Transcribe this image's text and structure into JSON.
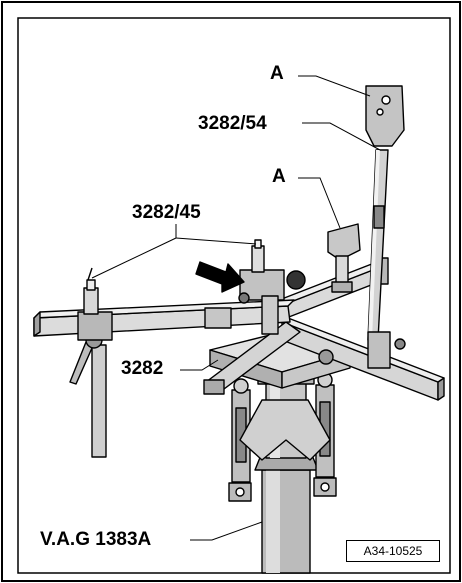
{
  "callouts": {
    "a_top": "A",
    "tool_3282_54": "3282/54",
    "a_mid": "A",
    "tool_3282_45": "3282/45",
    "tool_3282": "3282",
    "tool_vag": "V.A.G 1383A"
  },
  "reference_code": "A34-10525",
  "colors": {
    "line": "#000000",
    "metal": "#cccccc",
    "shadow": "#999999",
    "highlight": "#eeeeee",
    "background": "#ffffff"
  }
}
